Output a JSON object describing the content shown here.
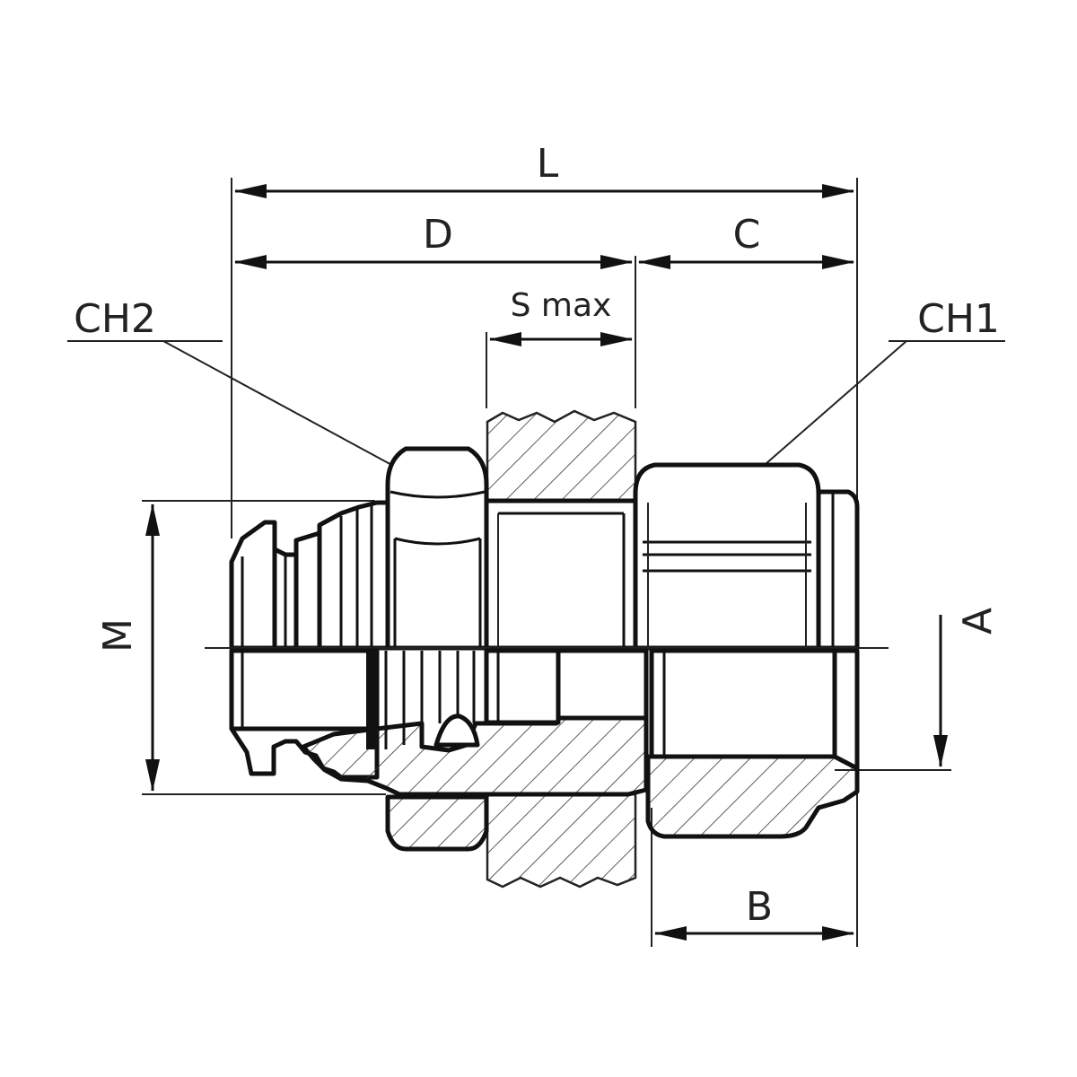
{
  "labels": {
    "L": "L",
    "D": "D",
    "C": "C",
    "S_max": "S max",
    "CH2": "CH2",
    "CH1": "CH1",
    "M": "M",
    "A": "A",
    "B": "B"
  },
  "colors": {
    "line": "#111111",
    "background": "#ffffff"
  }
}
